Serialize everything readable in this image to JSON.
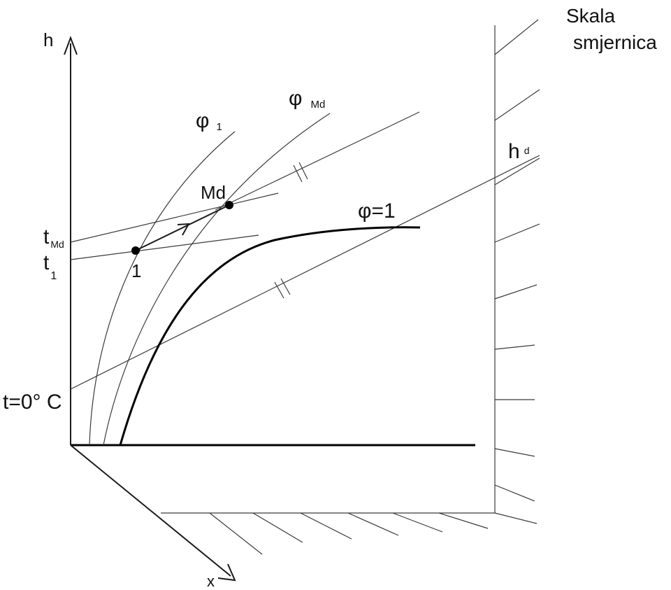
{
  "labels": {
    "h_axis": "h",
    "x_axis": "x",
    "scale_line1": "Skala",
    "scale_line2": "smjernica",
    "phi1_main": "φ",
    "phi1_sub": "1",
    "phimd_main": "φ",
    "phimd_sub": "Md",
    "hd_main": "h",
    "hd_sub": "d",
    "phi_sat": "φ=1",
    "point_md": "Md",
    "point_1": "1",
    "tmd_main": "t",
    "tmd_sub": "Md",
    "t1_main": "t",
    "t1_sub": "1",
    "t0": "t=0° C"
  }
}
